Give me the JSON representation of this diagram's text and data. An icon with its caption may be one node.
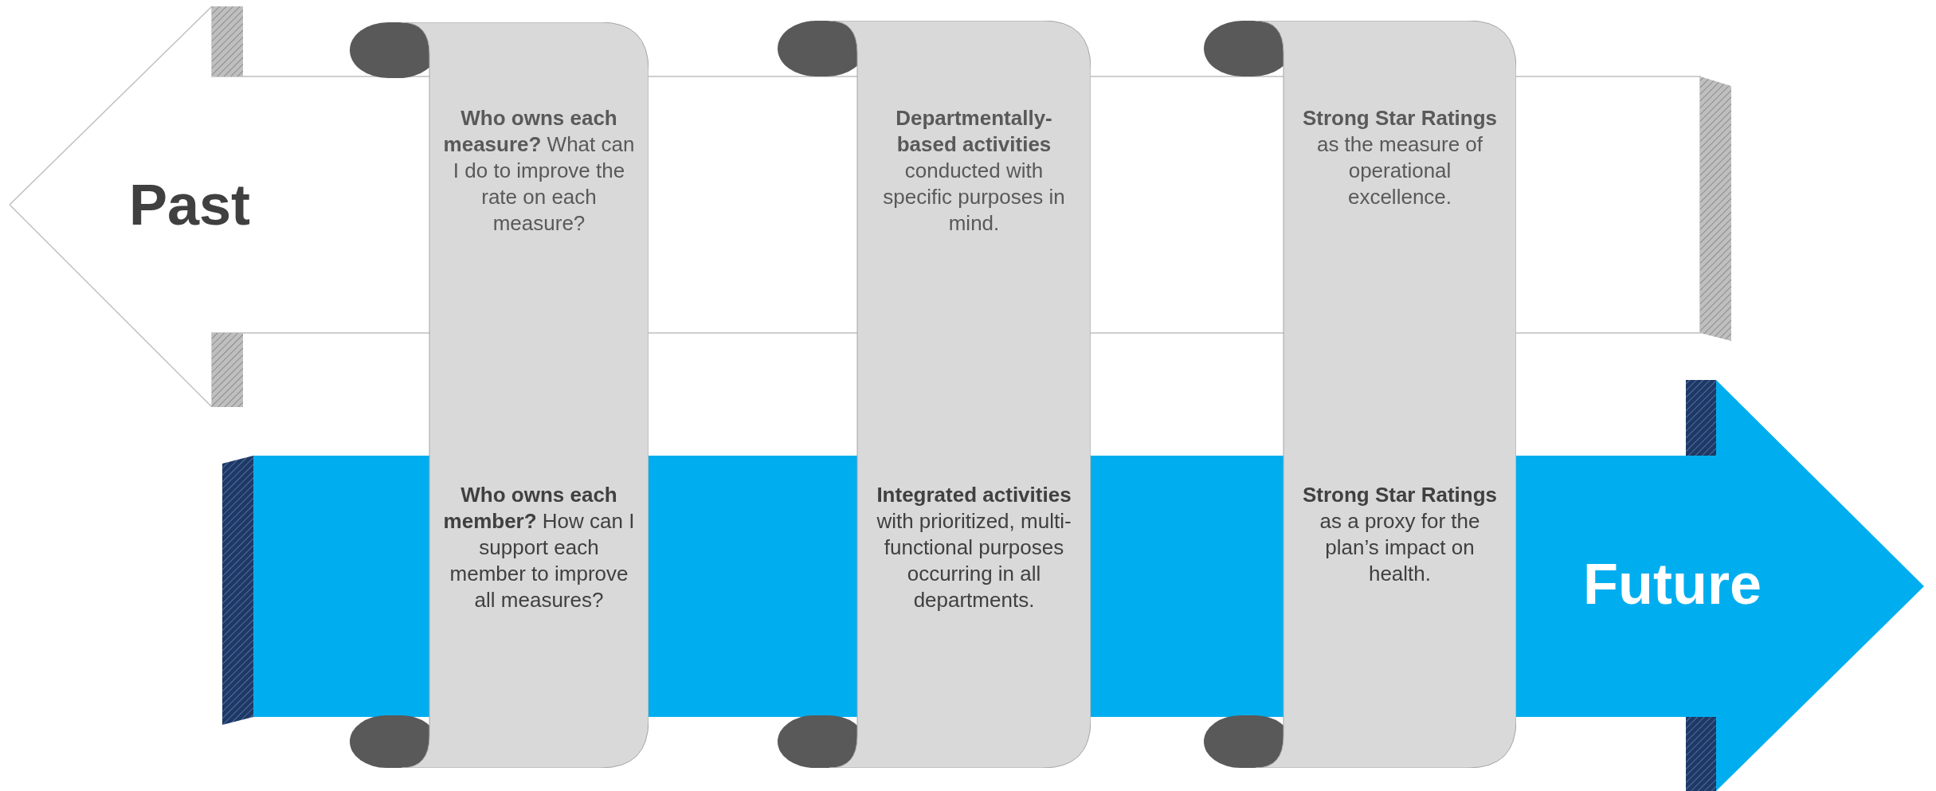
{
  "diagram": {
    "nodes": [
      {
        "text": [
          "Past"
        ]
      },
      {
        "text": [
          "**Who owns each measure?** What can I do to improve the rate on each measure?",
          "**Who owns each member?** How can I support each member to improve all measures?"
        ]
      },
      {
        "text": [
          "**Departmentally-based activities** conducted with specific purposes in mind.",
          "**Integrated activities** with prioritized, multi-functional purposes occurring in all departments."
        ]
      },
      {
        "text": [
          "**Strong Star Ratings** as the measure of operational excellence.",
          "**Strong Star Ratings** as a proxy for the plan’s impact on health."
        ]
      },
      {
        "text": [
          "Future"
        ]
      }
    ]
  }
}
